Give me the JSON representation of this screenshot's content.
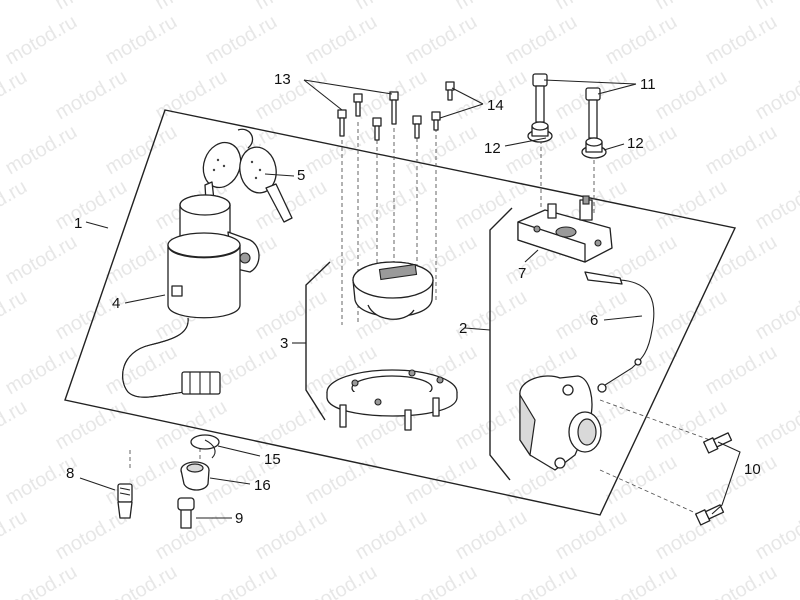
{
  "watermark": "motod.ru",
  "callouts": {
    "c1": "1",
    "c2": "2",
    "c3": "3",
    "c4": "4",
    "c5": "5",
    "c6": "6",
    "c7": "7",
    "c8": "8",
    "c9": "9",
    "c10": "10",
    "c11": "11",
    "c12a": "12",
    "c12b": "12",
    "c13": "13",
    "c14": "14",
    "c15": "15",
    "c16": "16"
  }
}
